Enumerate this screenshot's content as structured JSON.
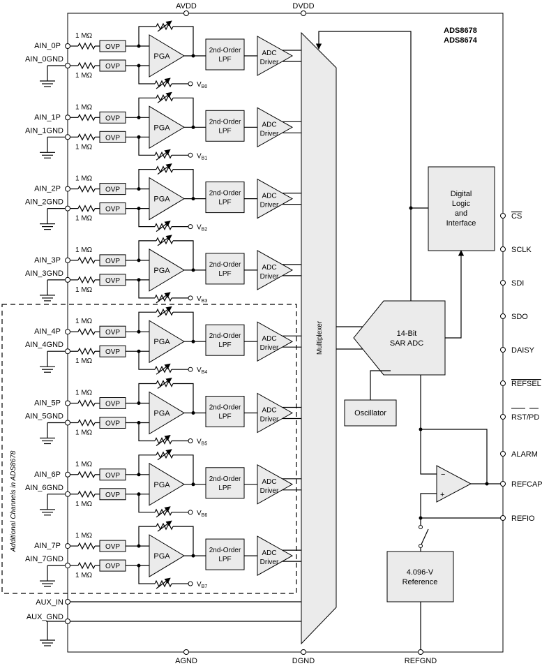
{
  "parts": [
    "ADS8678",
    "ADS8674"
  ],
  "supplies": {
    "avdd": "AVDD",
    "dvdd": "DVDD",
    "agnd": "AGND",
    "dgnd": "DGND",
    "refgnd": "REFGND"
  },
  "channels": [
    {
      "p": "AIN_0P",
      "gnd": "AIN_0GND",
      "vb": "B0"
    },
    {
      "p": "AIN_1P",
      "gnd": "AIN_1GND",
      "vb": "B1"
    },
    {
      "p": "AIN_2P",
      "gnd": "AIN_2GND",
      "vb": "B2"
    },
    {
      "p": "AIN_3P",
      "gnd": "AIN_3GND",
      "vb": "B3"
    },
    {
      "p": "AIN_4P",
      "gnd": "AIN_4GND",
      "vb": "B4"
    },
    {
      "p": "AIN_5P",
      "gnd": "AIN_5GND",
      "vb": "B5"
    },
    {
      "p": "AIN_6P",
      "gnd": "AIN_6GND",
      "vb": "B6"
    },
    {
      "p": "AIN_7P",
      "gnd": "AIN_7GND",
      "vb": "B7"
    }
  ],
  "labels": {
    "resistor": "1 MΩ",
    "ovp": "OVP",
    "pga": "PGA",
    "lpf_line1": "2nd-Order",
    "lpf_line2": "LPF",
    "drv_line1": "ADC",
    "drv_line2": "Driver",
    "vb_prefix": "V",
    "mux": "Multiplexer",
    "adc_line1": "14-Bit",
    "adc_line2": "SAR ADC",
    "digital": [
      "Digital",
      "Logic",
      "and",
      "Interface"
    ],
    "oscillator": "Oscillator",
    "reference_line1": "4.096-V",
    "reference_line2": "Reference",
    "additional": "Additional Channels in ADS8678",
    "opamp_minus": "−",
    "opamp_plus": "+"
  },
  "aux": {
    "in": "AUX_IN",
    "gnd": "AUX_GND"
  },
  "right_pins": [
    {
      "label": "CS",
      "overline": true
    },
    {
      "label": "SCLK",
      "overline": false
    },
    {
      "label": "SDI",
      "overline": false
    },
    {
      "label": "SDO",
      "overline": false
    },
    {
      "label": "DAISY",
      "overline": false
    },
    {
      "label": "REFSEL",
      "overline": true
    },
    {
      "label": "RST/PD",
      "overline": "partial"
    },
    {
      "label": "ALARM",
      "overline": false
    },
    {
      "label": "REFCAP",
      "overline": false
    },
    {
      "label": "REFIO",
      "overline": false
    }
  ]
}
